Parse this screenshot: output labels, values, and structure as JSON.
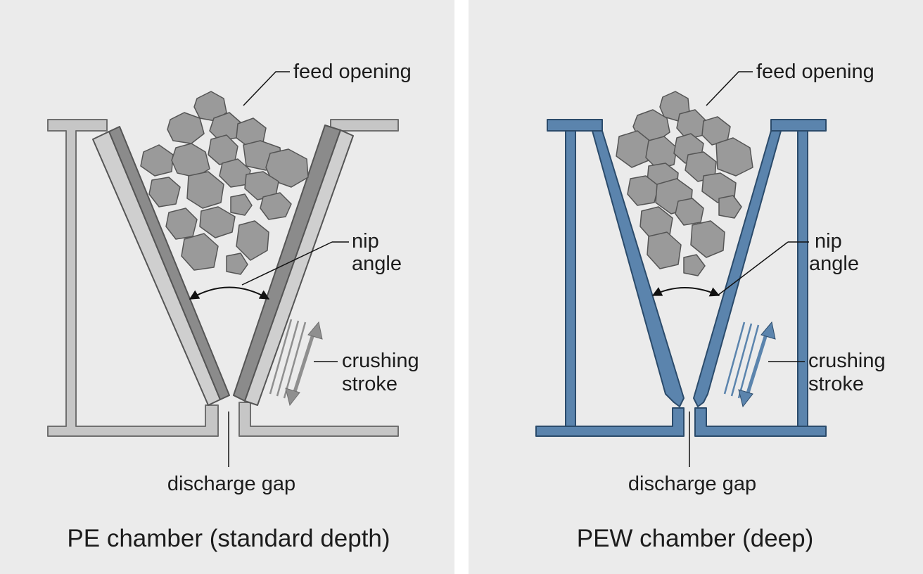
{
  "panels": [
    {
      "caption": "PE chamber (standard depth)",
      "labels": {
        "feed_opening": "feed opening",
        "nip_line1": "nip",
        "nip_line2": "angle",
        "stroke_line1": "crushing",
        "stroke_line2": "stroke",
        "discharge_gap": "discharge gap"
      },
      "colors": {
        "frame": "#c6c6c6",
        "frame_stroke": "#6f6f6f",
        "jaw_face": "#8b8b8b",
        "arrow": "#8f8f8f"
      }
    },
    {
      "caption": "PEW chamber (deep)",
      "labels": {
        "feed_opening": "feed opening",
        "nip_line1": "nip",
        "nip_line2": "angle",
        "stroke_line1": "crushing",
        "stroke_line2": "stroke",
        "discharge_gap": "discharge gap"
      },
      "colors": {
        "frame": "#5b84ad",
        "frame_stroke": "#2b4b6b",
        "jaw_face": "#5b84ad",
        "arrow": "#5b84ad"
      }
    }
  ],
  "colors": {
    "rock_fill": "#9a9a9a",
    "rock_stroke": "#555555",
    "background": "#ebebeb",
    "divider": "#ffffff"
  }
}
